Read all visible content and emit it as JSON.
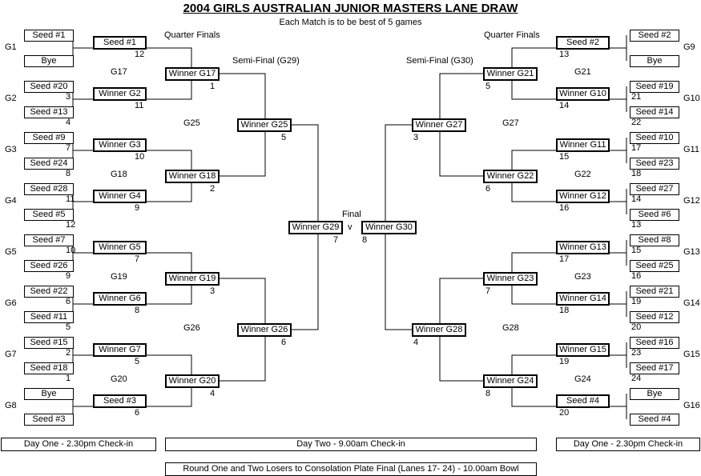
{
  "title": "2004 GIRLS AUSTRALIAN JUNIOR MASTERS LANE DRAW",
  "subtitle": "Each Match is to be best of 5 games",
  "labels": {
    "qf_left": "Quarter Finals",
    "qf_right": "Quarter Finals",
    "sf_left": "Semi-Final (G29)",
    "sf_right": "Semi-Final (G30)",
    "final": "Final",
    "vs": "v"
  },
  "entrants": {
    "L1a": "Seed #1",
    "L1b": "Bye",
    "L2a": "Seed #20",
    "L2b": "Seed #13",
    "L3a": "Seed #9",
    "L3b": "Seed #24",
    "L4a": "Seed #28",
    "L4b": "Seed #5",
    "L5a": "Seed #7",
    "L5b": "Seed #26",
    "L6a": "Seed #22",
    "L6b": "Seed #11",
    "L7a": "Seed #15",
    "L7b": "Seed #18",
    "L8a": "Bye",
    "L8b": "Seed #3",
    "R1a": "Seed #2",
    "R1b": "Bye",
    "R2a": "Seed #19",
    "R2b": "Seed #14",
    "R3a": "Seed #10",
    "R3b": "Seed #23",
    "R4a": "Seed #27",
    "R4b": "Seed #6",
    "R5a": "Seed #8",
    "R5b": "Seed #25",
    "R6a": "Seed #21",
    "R6b": "Seed #12",
    "R7a": "Seed #16",
    "R7b": "Seed #17",
    "R8a": "Bye",
    "R8b": "Seed #4"
  },
  "round1_games": {
    "G1": "G1",
    "G2": "G2",
    "G3": "G3",
    "G4": "G4",
    "G5": "G5",
    "G6": "G6",
    "G7": "G7",
    "G8": "G8",
    "G9": "G9",
    "G10": "G10",
    "G11": "G11",
    "G12": "G12",
    "G13": "G13",
    "G14": "G14",
    "G15": "G15",
    "G16": "G16"
  },
  "round1_lanes": {
    "L2a": "3",
    "L2b": "4",
    "L3a": "7",
    "L3b": "8",
    "L4a": "11",
    "L4b": "12",
    "L5a": "10",
    "L5b": "9",
    "L6a": "6",
    "L6b": "5",
    "L7a": "2",
    "L7b": "1",
    "R2a": "21",
    "R2b": "22",
    "R3a": "17",
    "R3b": "18",
    "R4a": "14",
    "R4b": "13",
    "R5a": "15",
    "R5b": "16",
    "R6a": "19",
    "R6b": "20",
    "R7a": "23",
    "R7b": "24"
  },
  "round2": {
    "L1": "Seed #1",
    "L2": "Winner G2",
    "L3": "Winner G3",
    "L4": "Winner G4",
    "L5": "Winner G5",
    "L6": "Winner G6",
    "L7": "Winner G7",
    "L8": "Seed #3",
    "R1": "Seed #2",
    "R2": "Winner G10",
    "R3": "Winner G11",
    "R4": "Winner G12",
    "R5": "Winner G13",
    "R6": "Winner G14",
    "R7": "Winner G15",
    "R8": "Seed #4"
  },
  "round2_lanes": {
    "L1": "12",
    "L2": "11",
    "L3": "10",
    "L4": "9",
    "L5": "7",
    "L6": "8",
    "L7": "5",
    "L8": "6",
    "R1": "13",
    "R2": "14",
    "R3": "15",
    "R4": "16",
    "R5": "17",
    "R6": "18",
    "R7": "19",
    "R8": "20"
  },
  "round2_games": {
    "L1": "G17",
    "L2": "G18",
    "L3": "G19",
    "L4": "G20",
    "R1": "G21",
    "R2": "G22",
    "R3": "G23",
    "R4": "G24"
  },
  "round3": {
    "L1": "Winner G17",
    "L2": "Winner G18",
    "L3": "Winner G19",
    "L4": "Winner G20",
    "R1": "Winner G21",
    "R2": "Winner G22",
    "R3": "Winner G23",
    "R4": "Winner G24"
  },
  "round3_lanes": {
    "L1": "1",
    "L2": "2",
    "L3": "3",
    "L4": "4",
    "R1": "5",
    "R2": "6",
    "R3": "7",
    "R4": "8"
  },
  "round3_games": {
    "L1": "G25",
    "L2": "G26",
    "R1": "G27",
    "R2": "G28"
  },
  "round4": {
    "L1": "Winner G25",
    "L2": "Winner G26",
    "R1": "Winner G27",
    "R2": "Winner G28"
  },
  "round4_lanes": {
    "L1": "5",
    "L2": "6",
    "R1": "3",
    "R2": "4"
  },
  "final": {
    "left": "Winner G29",
    "right": "Winner G30",
    "left_lane": "7",
    "right_lane": "8"
  },
  "footer": {
    "day_one_left": "Day One - 2.30pm Check-in",
    "day_two": "Day Two - 9.00am Check-in",
    "day_one_right": "Day One - 2.30pm Check-in",
    "consolation": "Round One and Two Losers to Consolation Plate Final (Lanes 17- 24) - 10.00am Bowl"
  }
}
